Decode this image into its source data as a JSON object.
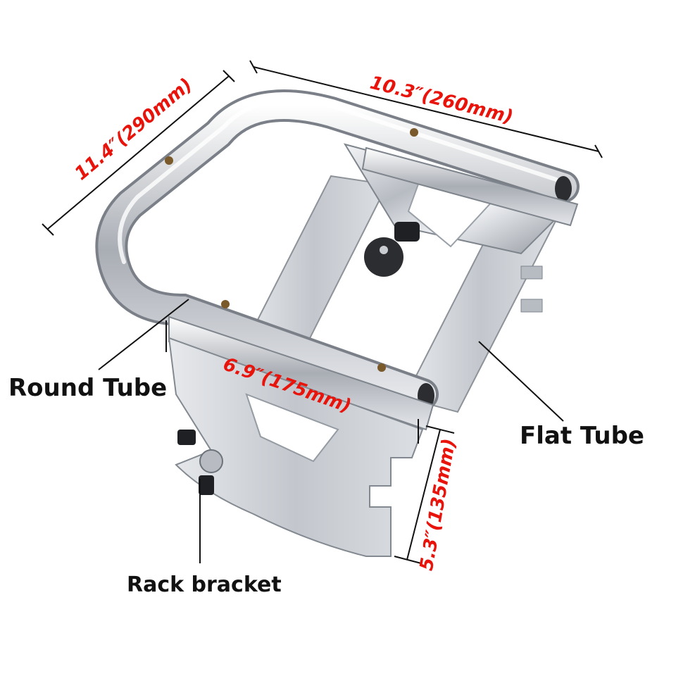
{
  "dimensions": {
    "length": "11.4″(290mm)",
    "width": "10.3″(260mm)",
    "bracket_width": "6.9″(175mm)",
    "bracket_height": "5.3″(135mm)"
  },
  "labels": {
    "round_tube": "Round Tube",
    "flat_tube": "Flat Tube",
    "rack_bracket": "Rack bracket"
  },
  "colors": {
    "dimension_text": "#e8140c",
    "label_text": "#111111",
    "chrome": "#c9ccd1"
  }
}
